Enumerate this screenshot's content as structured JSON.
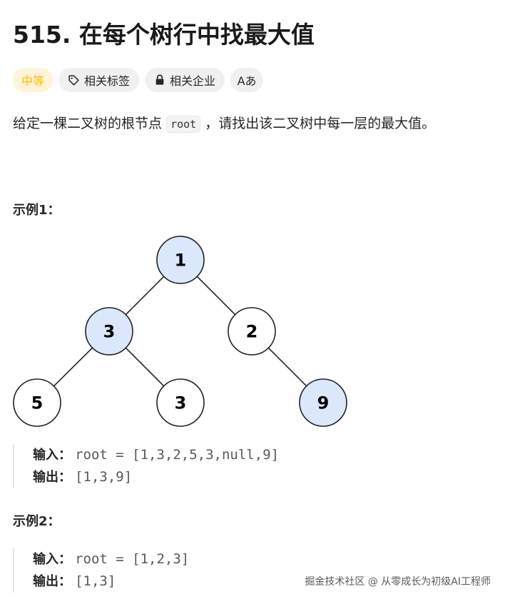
{
  "title": "515. 在每个树行中找最大值",
  "tags": {
    "difficulty": "中等",
    "related_topics": "相关标签",
    "related_companies": "相关企业",
    "translate": "Aあ"
  },
  "description": {
    "before": "给定一棵二叉树的根节点",
    "code": "root",
    "after": "，请找出该二叉树中每一层的最大值。"
  },
  "examples": [
    {
      "heading": "示例1：",
      "input_label": "输入：",
      "input_value": "root = [1,3,2,5,3,null,9]",
      "output_label": "输出：",
      "output_value": "[1,3,9]"
    },
    {
      "heading": "示例2：",
      "input_label": "输入：",
      "input_value": "root = [1,2,3]",
      "output_label": "输出：",
      "output_value": "[1,3]"
    }
  ],
  "tree": {
    "highlight_fill": "#dbe8fb",
    "highlight_stroke": "#6f8fbf",
    "plain_fill": "#ffffff",
    "nodes": [
      {
        "id": "n1",
        "value": "1",
        "highlight": true
      },
      {
        "id": "n3a",
        "value": "3",
        "highlight": true
      },
      {
        "id": "n2",
        "value": "2",
        "highlight": false
      },
      {
        "id": "n5",
        "value": "5",
        "highlight": false
      },
      {
        "id": "n3b",
        "value": "3",
        "highlight": false
      },
      {
        "id": "n9",
        "value": "9",
        "highlight": true
      }
    ],
    "edges": [
      [
        "n1",
        "n3a"
      ],
      [
        "n1",
        "n2"
      ],
      [
        "n3a",
        "n5"
      ],
      [
        "n3a",
        "n3b"
      ],
      [
        "n2",
        "n9"
      ]
    ]
  },
  "watermark": "掘金技术社区 @ 从零成长为初级AI工程师",
  "colors": {
    "difficulty_medium": "#ffb800"
  }
}
